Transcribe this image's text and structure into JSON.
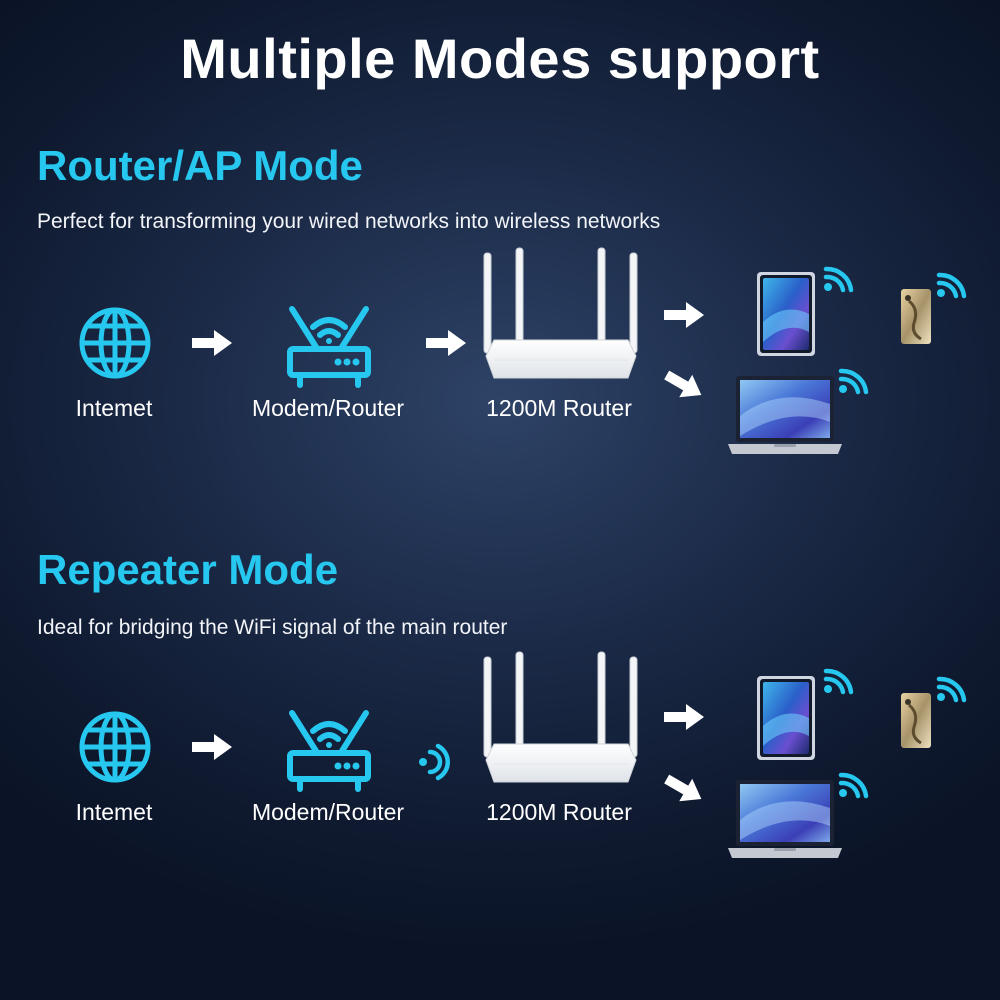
{
  "title": "Multiple Modes support",
  "accent_color": "#27c8f0",
  "sections": [
    {
      "mode_title": "Router/AP Mode",
      "description": "Perfect for transforming your wired networks into wireless networks",
      "nodes": [
        {
          "label": "Intemet",
          "icon": "globe-icon"
        },
        {
          "label": "Modem/Router",
          "icon": "modem-router-icon"
        },
        {
          "label": "1200M Router",
          "icon": "router-image"
        }
      ],
      "link_between_modem_and_router": "arrow",
      "clients": [
        "tablet",
        "phone",
        "laptop"
      ]
    },
    {
      "mode_title": "Repeater Mode",
      "description": "Ideal for bridging the WiFi signal of the main router",
      "nodes": [
        {
          "label": "Intemet",
          "icon": "globe-icon"
        },
        {
          "label": "Modem/Router",
          "icon": "modem-router-icon"
        },
        {
          "label": "1200M Router",
          "icon": "router-image"
        }
      ],
      "link_between_modem_and_router": "wifi-signal",
      "clients": [
        "tablet",
        "phone",
        "laptop"
      ]
    }
  ]
}
